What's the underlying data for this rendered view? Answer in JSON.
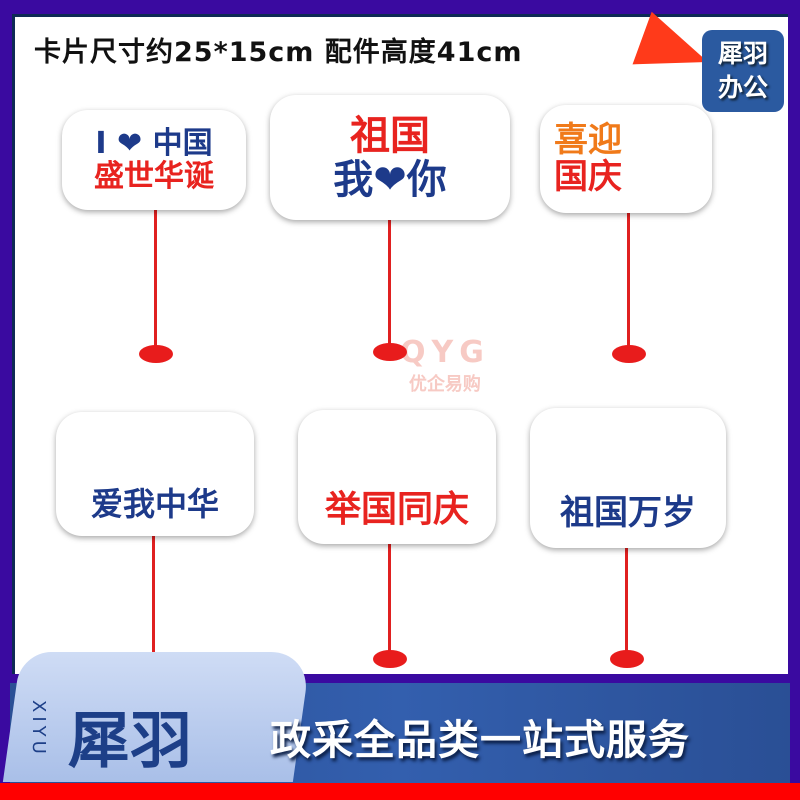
{
  "header": {
    "title": "卡片尺寸约25*15cm  配件高度41cm"
  },
  "badge": {
    "line1": "犀羽",
    "line2": "办公"
  },
  "watermark": {
    "logo": "QYG",
    "name": "优企易购"
  },
  "cards": [
    {
      "lines": [
        "I ❤ 中国",
        "盛世华诞"
      ]
    },
    {
      "lines": [
        "祖国",
        "我❤你"
      ]
    },
    {
      "lines": [
        "喜迎",
        "国庆"
      ]
    },
    {
      "lines": [
        "爱我中华"
      ]
    },
    {
      "lines": [
        "举国同庆"
      ]
    },
    {
      "lines": [
        "祖国万岁"
      ]
    }
  ],
  "banner": {
    "brand": "犀羽",
    "brand_en": "XIYU",
    "slogan": "政采全品类一站式服务"
  },
  "colors": {
    "accent_red": "#e8231f",
    "banner_blue": "#2a4f95",
    "border_purple": "#3a0aa0"
  }
}
